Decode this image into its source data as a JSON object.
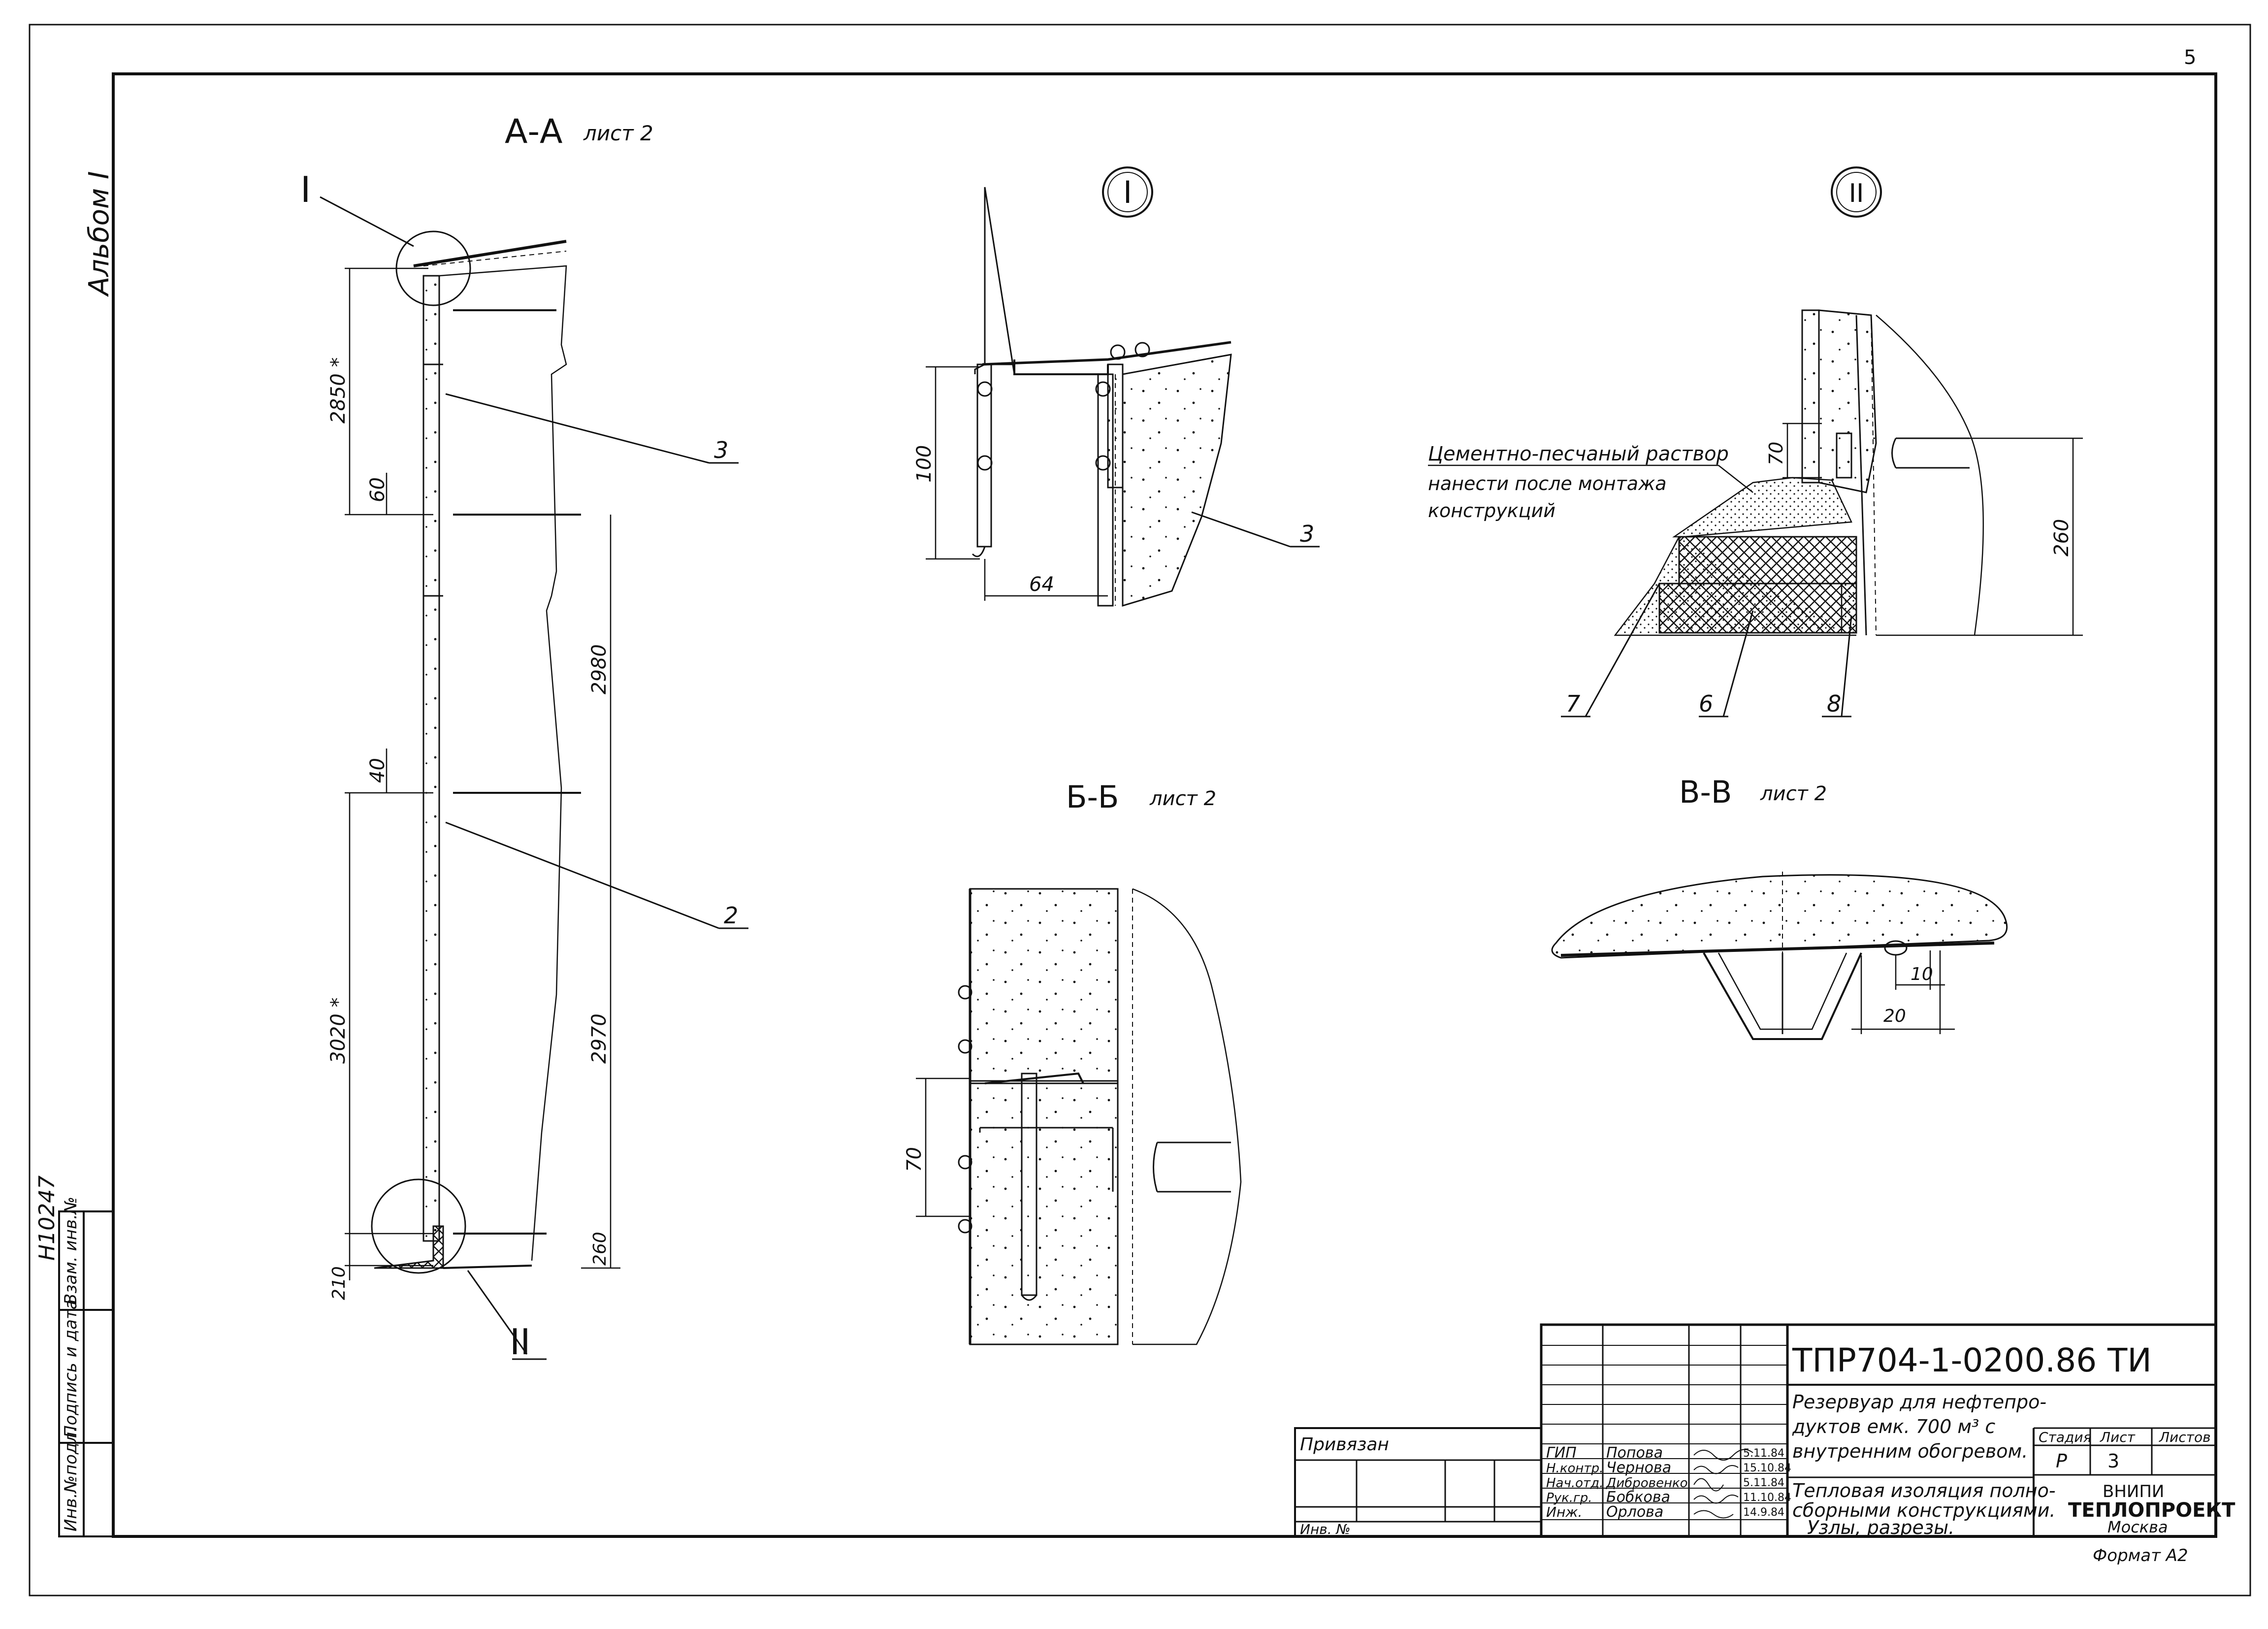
{
  "album_label": "Альбом I",
  "inventory_number": "Н10247",
  "page_corner_number": "5",
  "side_stamp": {
    "rows": [
      "Инв.№подл.",
      "Подпись и дата",
      "Взам. инв.№"
    ]
  },
  "views": {
    "section_aa": {
      "title": "А-А",
      "sheet_ref": "лист 2"
    },
    "node_1": {
      "title": "I"
    },
    "node_2": {
      "title": "II"
    },
    "section_bb": {
      "title": "Б-Б",
      "sheet_ref": "лист 2"
    },
    "section_vv": {
      "title": "В-В",
      "sheet_ref": "лист 2"
    }
  },
  "callouts": {
    "node_1_marker": "I",
    "node_2_marker": "II",
    "item_3": "3",
    "item_2": "2",
    "node1_item_3": "3",
    "node2_item_7": "7",
    "node2_item_6": "6",
    "node2_item_8": "8"
  },
  "dimensions": {
    "aa_2850": "2850 *",
    "aa_60": "60",
    "aa_2980": "2980",
    "aa_40": "40",
    "aa_3020": "3020 *",
    "aa_2970": "2970",
    "aa_260": "260",
    "aa_210": "210",
    "n1_100": "100",
    "n1_64": "64",
    "n2_70": "70",
    "n2_260": "260",
    "bb_70": "70",
    "vv_10": "10",
    "vv_20": "20"
  },
  "note": {
    "line1": "Цементно-песчаный раствор",
    "line2": "нанести после монтажа",
    "line3": "конструкций"
  },
  "title_block": {
    "code": "ТПР704-1-0200.86",
    "mark": "ТИ",
    "bound_label": "Привязан",
    "inv_label": "Инв. №",
    "project_title": [
      "Резервуар для нефтепро-",
      "дуктов емк. 700 м³ с",
      "внутренним обогревом."
    ],
    "sheet_title": [
      "Тепловая изоляция полно-",
      "сборными конструкциями.",
      "Узлы, разрезы."
    ],
    "stage_header": "Стадия",
    "sheet_header": "Лист",
    "sheets_header": "Листов",
    "stage_value": "Р",
    "sheet_value": "3",
    "sheets_value": "",
    "org_line1": "ВНИПИ",
    "org_line2": "ТЕПЛОПРОЕКТ",
    "org_line3": "Москва",
    "format": "Формат А2",
    "signatures": [
      {
        "role": "ГИП",
        "name": "Попова",
        "date": "5.11.84"
      },
      {
        "role": "Н.контр.",
        "name": "Чернова",
        "date": "15.10.84"
      },
      {
        "role": "Нач.отд.",
        "name": "Дибровенко",
        "date": "5.11.84"
      },
      {
        "role": "Рук.гр.",
        "name": "Бобкова",
        "date": "11.10.84"
      },
      {
        "role": "Инж.",
        "name": "Орлова",
        "date": "14.9.84"
      }
    ]
  }
}
